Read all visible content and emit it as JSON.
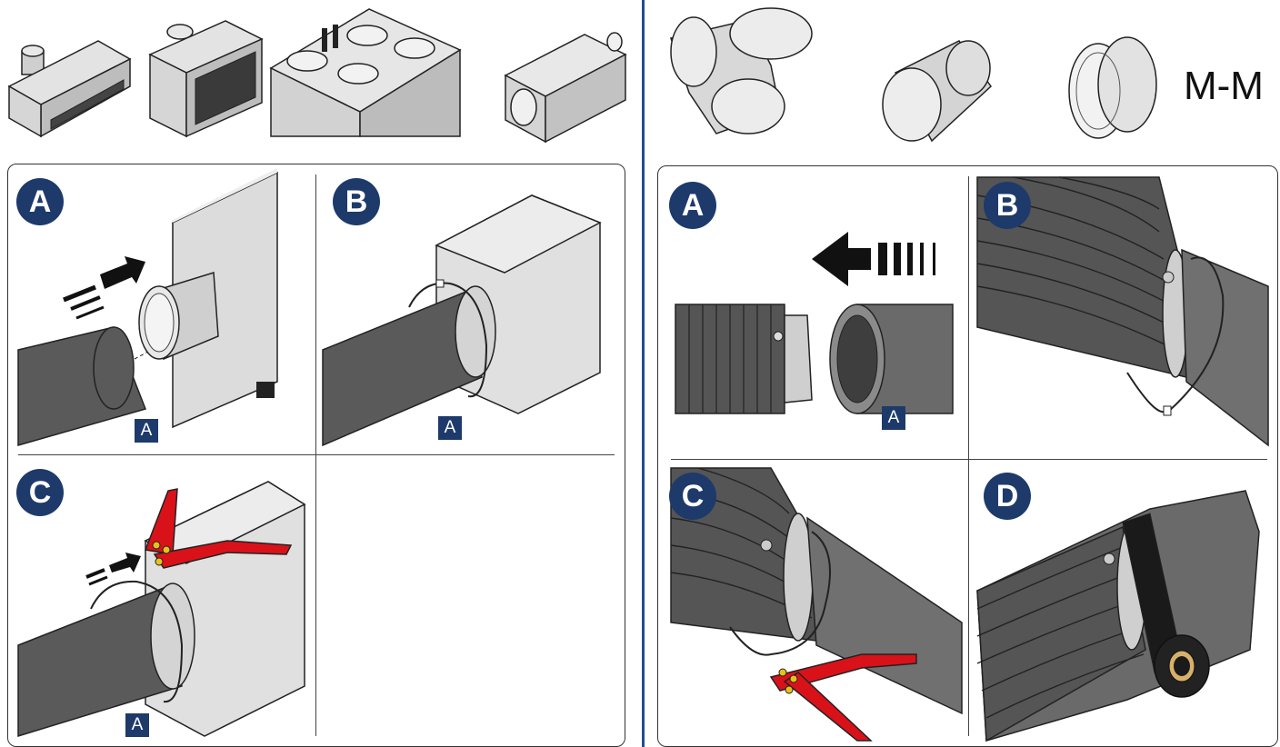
{
  "left": {
    "steps": [
      "A",
      "B",
      "C"
    ],
    "tag": "A"
  },
  "right": {
    "coupling_label": "M-M",
    "steps": [
      "A",
      "B",
      "C",
      "D"
    ],
    "tag": "A"
  },
  "colors": {
    "step_badge": "#1d3a6b",
    "divider": "#1f4e8c",
    "duct": "#5a5a5a",
    "tool": "#d9121a",
    "metal": "#cfcfcf"
  }
}
